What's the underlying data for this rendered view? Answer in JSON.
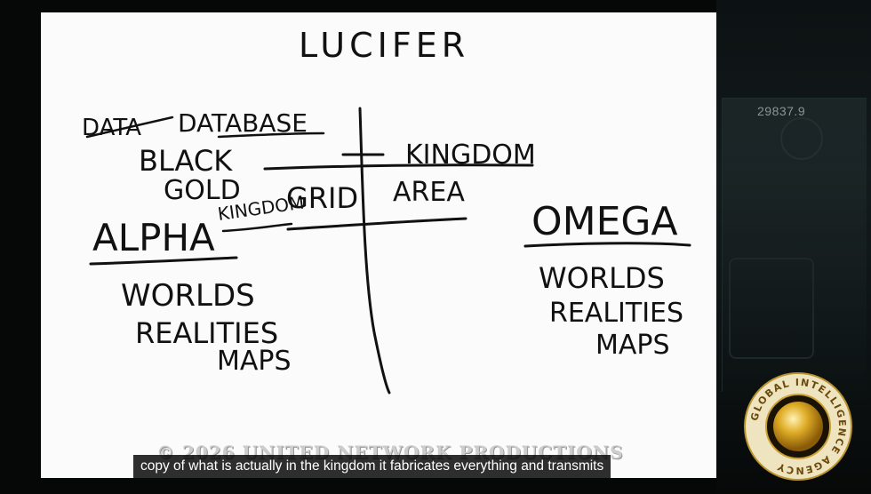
{
  "whiteboard": {
    "title": "LUCIFER",
    "left_header_crossed": "DATA",
    "left_header": "DATABASE",
    "black_gold_1": "BLACK",
    "black_gold_2": "GOLD",
    "kingdom_grid_1": "KINGDOM",
    "kingdom_grid_2": "GRID",
    "alpha": "ALPHA",
    "alpha_list": [
      "WORLDS",
      "REALITIES",
      "MAPS"
    ],
    "kingdom_right": "KINGDOM",
    "area": "AREA",
    "omega": "OMEGA",
    "omega_list": [
      "WORLDS",
      "REALITIES",
      "MAPS"
    ]
  },
  "hud": {
    "readout": "29837.9"
  },
  "watermark": "© 2026 UNITED NETWORK PRODUCTIONS",
  "caption": "copy of what is actually in the kingdom it fabricates everything and transmits",
  "seal": {
    "text": "GLOBAL INTELLIGENCE AGENCY",
    "gold": "#d9a520",
    "ring": "#f1e3b4"
  }
}
